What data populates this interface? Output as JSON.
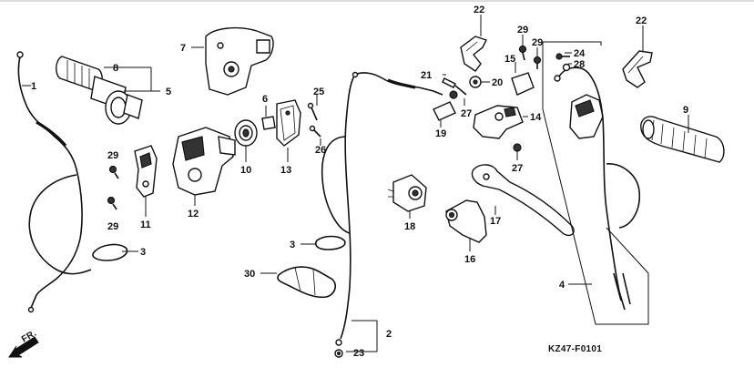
{
  "diagram": {
    "code": "KZ47-F0101",
    "direction_label": "FR.",
    "labels": {
      "p1": "1",
      "p2": "2",
      "p3a": "3",
      "p3b": "3",
      "p4": "4",
      "p5": "5",
      "p6": "6",
      "p7": "7",
      "p8": "8",
      "p9": "9",
      "p10": "10",
      "p11": "11",
      "p12": "12",
      "p13": "13",
      "p14": "14",
      "p15": "15",
      "p16": "16",
      "p17": "17",
      "p18": "18",
      "p19": "19",
      "p20": "20",
      "p21": "21",
      "p22a": "22",
      "p22b": "22",
      "p23": "23",
      "p24": "24",
      "p25": "25",
      "p26": "26",
      "p27a": "27",
      "p27b": "27",
      "p28": "28",
      "p29a": "29",
      "p29b": "29",
      "p29c": "29",
      "p29d": "29",
      "p30": "30"
    }
  }
}
